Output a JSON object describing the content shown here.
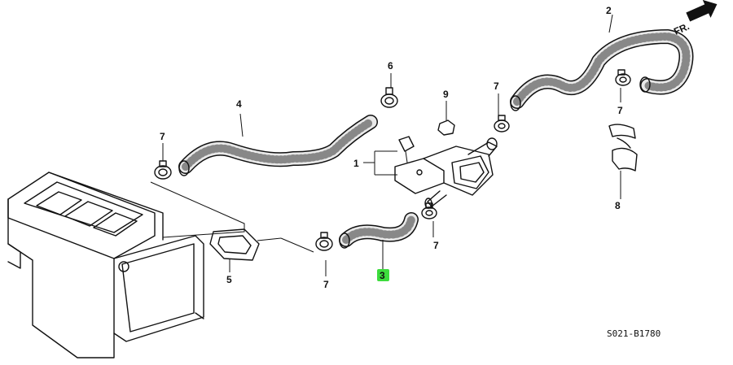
{
  "diagram": {
    "part_numbers": {
      "p1": "1",
      "p2": "2",
      "p3": "3",
      "p4": "4",
      "p5": "5",
      "p6": "6",
      "p7": "7",
      "p8": "8",
      "p9": "9"
    },
    "direction_label": "FR.",
    "reference_code": "S021-B1780",
    "highlighted_part": "3",
    "highlight_color": "#3ddc3d"
  }
}
